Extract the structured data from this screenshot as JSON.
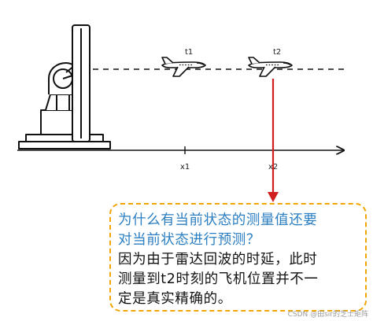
{
  "labels": {
    "t1": "t1",
    "t2": "t2",
    "x1": "x1",
    "x2": "x2"
  },
  "callout": {
    "question_line1": "为什么有当前状态的测量值还要",
    "question_line2": "对当前状态进行预测？",
    "answer_line1": "因为由于雷达回波的时延，此时",
    "answer_line2": "测量到t2时刻的飞机位置并不一",
    "answer_line3": "定是真实精确的。"
  },
  "watermark": "CSDN @田sir的芝士矩阵",
  "colors": {
    "question_text": "#2b7ec1",
    "callout_border": "#f0a500",
    "arrow": "#d11f1f",
    "line": "#111111"
  },
  "icons": [
    "radar-icon",
    "airplane-icon",
    "arrow-icon"
  ]
}
